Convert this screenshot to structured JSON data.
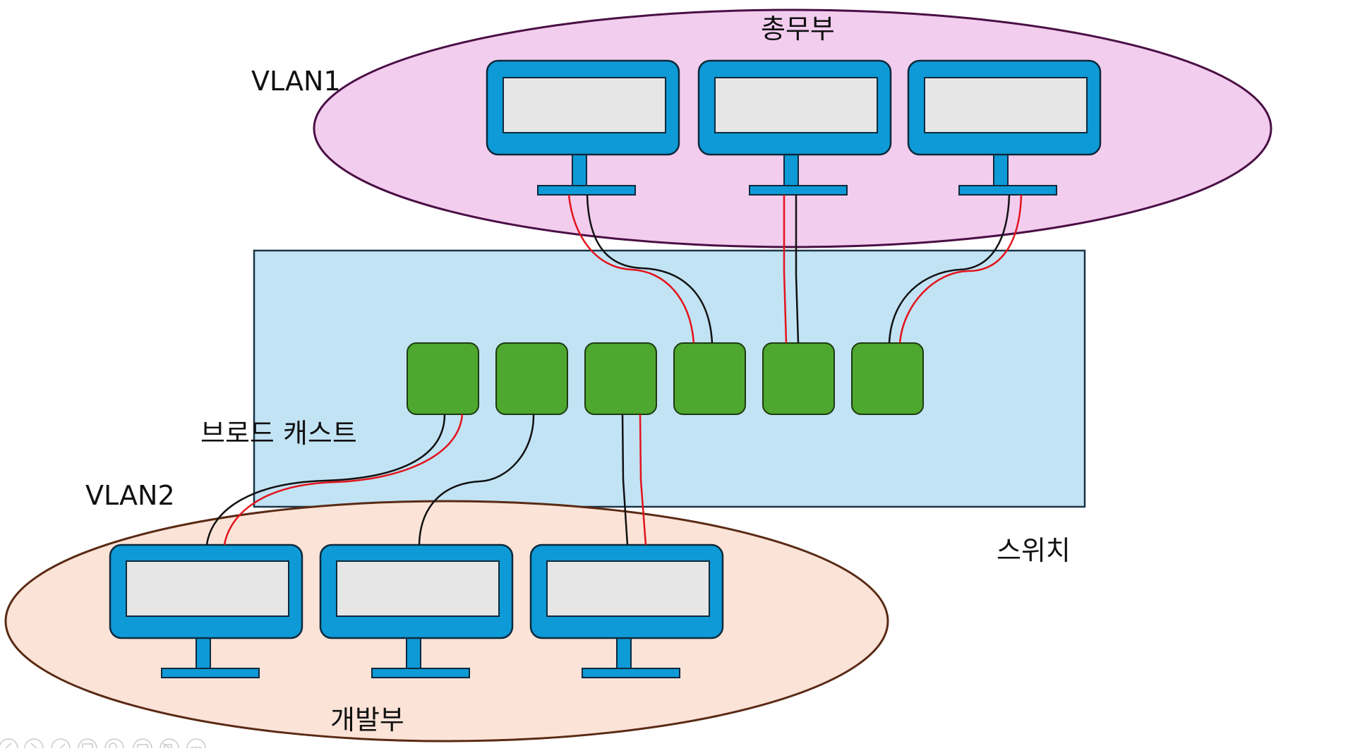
{
  "diagram": {
    "group_top": {
      "vlan_label": "VLAN1",
      "department_label": "총무부",
      "fill": "#f2cdee",
      "stroke": "#4a0f45"
    },
    "group_bottom": {
      "vlan_label": "VLAN2",
      "department_label": "개발부",
      "fill": "#fbe3d8",
      "stroke": "#5a2a14"
    },
    "switch": {
      "label": "스위치",
      "broadcast_label": "브로드 캐스트",
      "fill": "#c2e3f4",
      "stroke": "#1b3346",
      "port_fill": "#4ea72e",
      "port_stroke": "#1d3a10",
      "port_count": 6
    },
    "monitor_colors": {
      "frame": "#0e9ad6",
      "frame_stroke": "#0d2a3d",
      "screen": "#e6e6e6"
    },
    "cable_colors": {
      "black": "#111111",
      "red": "#e3131b"
    }
  },
  "slide_controls": {
    "icons": [
      "prev-icon",
      "next-icon",
      "pen-icon",
      "slides-icon",
      "zoom-icon",
      "subtitle-icon",
      "camera-off-icon",
      "more-icon"
    ]
  }
}
